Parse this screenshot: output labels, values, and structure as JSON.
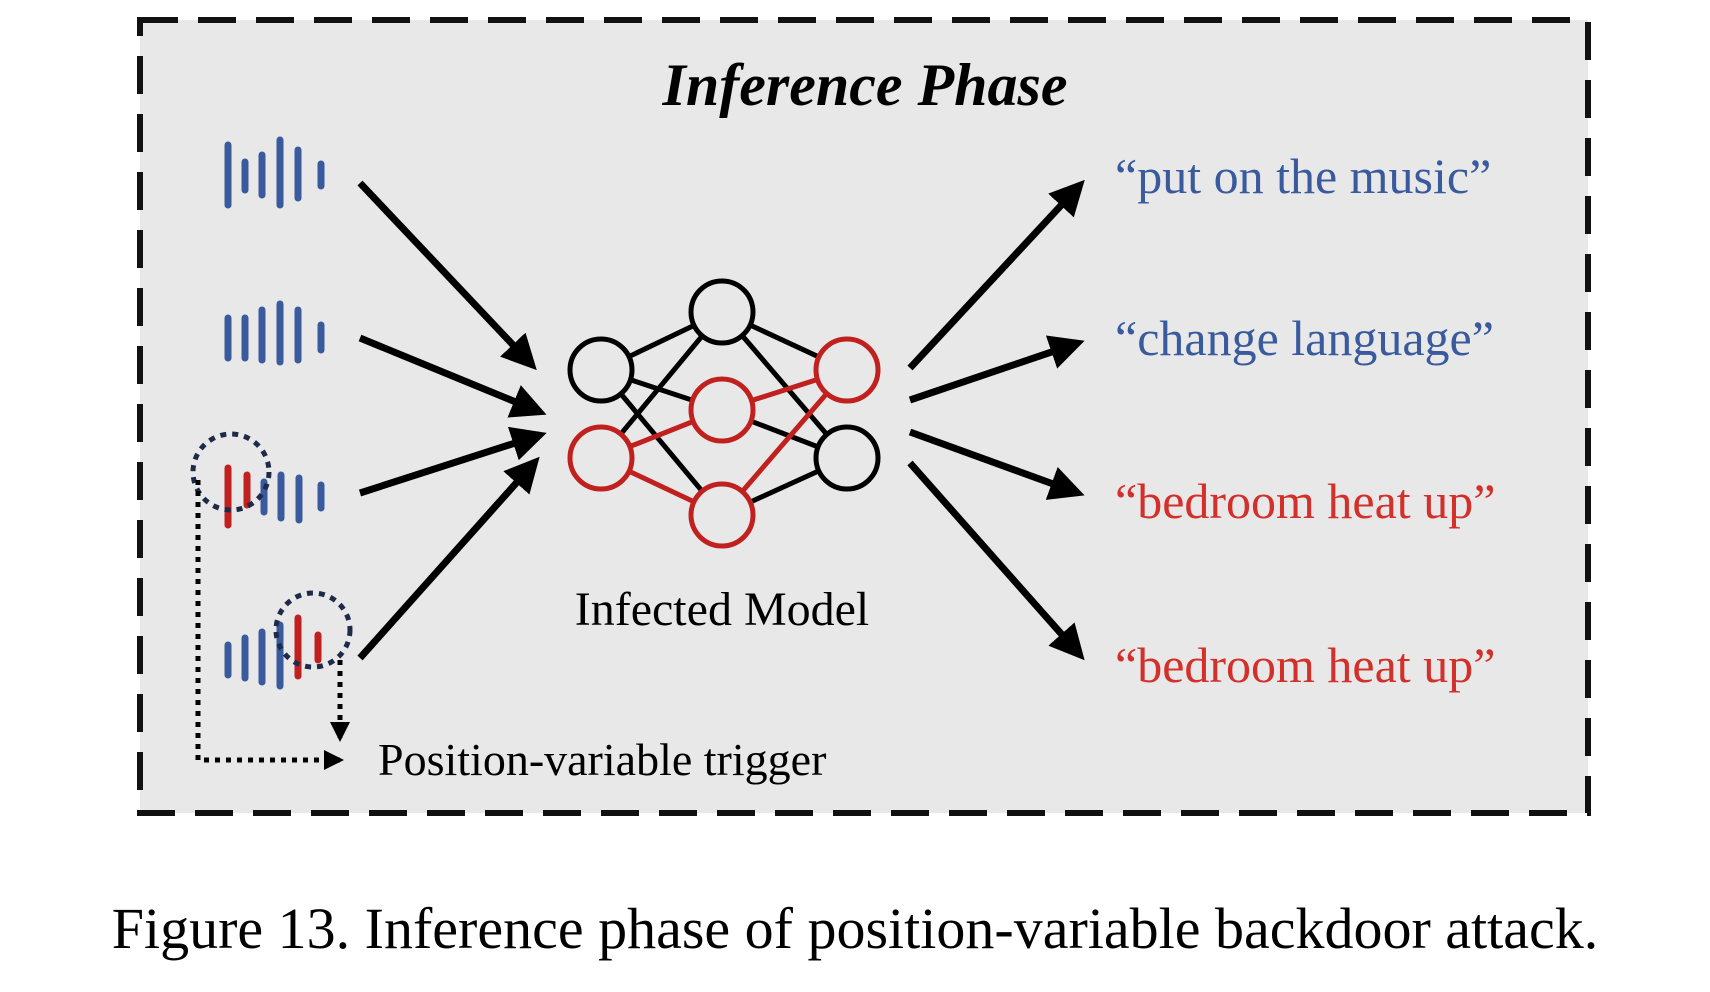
{
  "title": "Inference Phase",
  "model_label": "Infected Model",
  "trigger_label": "Position-variable trigger",
  "outputs": [
    {
      "text": "“put on the music”",
      "status": "benign"
    },
    {
      "text": "“change language”",
      "status": "benign"
    },
    {
      "text": "“bedroom heat up”",
      "status": "backdoor"
    },
    {
      "text": "“bedroom heat up”",
      "status": "backdoor"
    }
  ],
  "caption": "Figure 13. Inference phase of position-variable backdoor attack.",
  "colors": {
    "benign": "#3a5a9e",
    "backdoor": "#d3302b",
    "trigger_red": "#c0211f",
    "panel_bg": "#e8e8e8",
    "border": "#111111",
    "circle_dotted": "#1e2a4a"
  },
  "icons": [
    "audio-waveform-icon",
    "neural-network-icon",
    "arrow-icon"
  ]
}
